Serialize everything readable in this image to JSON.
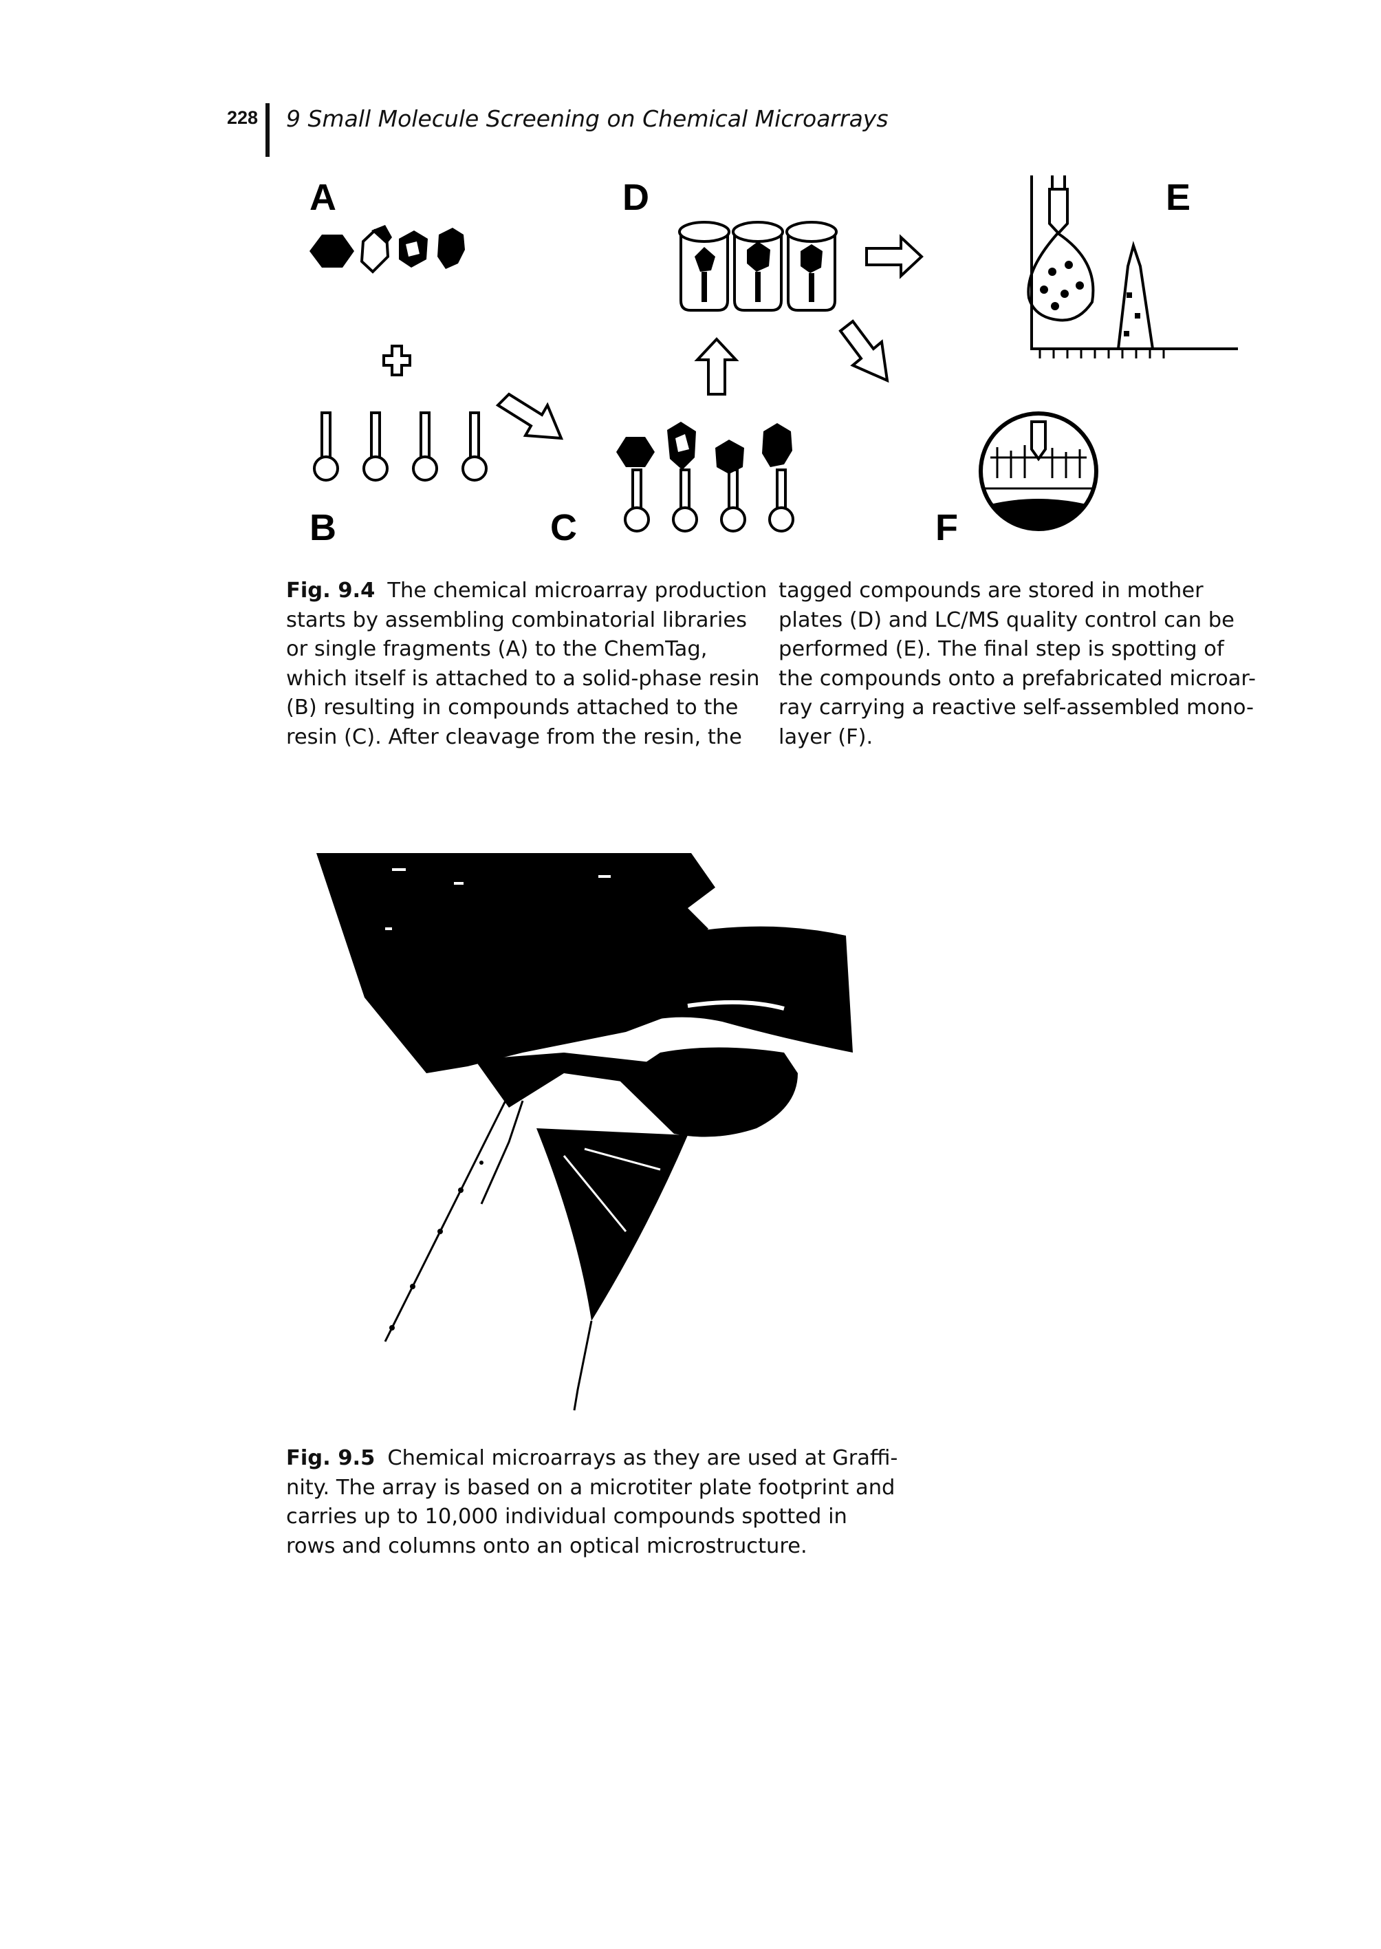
{
  "header": {
    "page_number": "228",
    "running_title": "9 Small Molecule Screening on Chemical Microarrays"
  },
  "figure_9_4": {
    "panel_labels": [
      "A",
      "B",
      "C",
      "D",
      "E",
      "F"
    ],
    "caption_label": "Fig. 9.4",
    "caption_lines_left": [
      "The chemical microarray production",
      "starts by assembling combinatorial libraries",
      "or single fragments (A) to the ChemTag,",
      "which itself is attached to a solid-phase resin",
      "(B) resulting in compounds attached to the",
      "resin (C). After cleavage from the resin, the"
    ],
    "caption_lines_right": [
      "tagged compounds are stored in mother",
      "plates (D) and LC/MS quality control can be",
      "performed (E). The final step is spotting of",
      "the compounds onto a prefabricated microar-",
      "ray carrying a reactive self-assembled mono-",
      "layer (F)."
    ]
  },
  "figure_9_5": {
    "caption_label": "Fig. 9.5",
    "caption_lines": [
      "Chemical microarrays as they are used at Graffi-",
      "nity. The array is based on a microtiter plate footprint and",
      "carries up to 10,000 individual compounds spotted in",
      "rows and columns onto an optical microstructure."
    ]
  },
  "colors": {
    "ink": "#000000",
    "paper": "#ffffff"
  }
}
